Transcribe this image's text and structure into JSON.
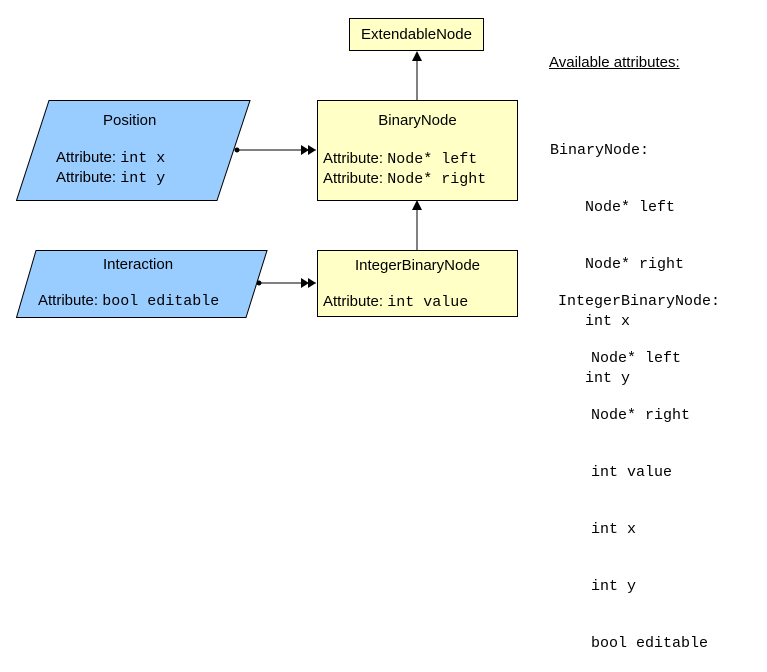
{
  "nodes": {
    "extendable": {
      "title": "ExtendableNode"
    },
    "binary": {
      "title": "BinaryNode",
      "attrs": [
        {
          "label": "Attribute:",
          "value": "Node* left"
        },
        {
          "label": "Attribute:",
          "value": "Node* right"
        }
      ]
    },
    "integer_binary": {
      "title": "IntegerBinaryNode",
      "attrs": [
        {
          "label": "Attribute:",
          "value": "int value"
        }
      ]
    },
    "position": {
      "title": "Position",
      "attrs": [
        {
          "label": "Attribute:",
          "value": "int x"
        },
        {
          "label": "Attribute:",
          "value": "int y"
        }
      ]
    },
    "interaction": {
      "title": "Interaction",
      "attrs": [
        {
          "label": "Attribute:",
          "value": "bool editable"
        }
      ]
    }
  },
  "colors": {
    "class_fill": "#ffffc6",
    "mixin_fill": "#99ccff",
    "stroke": "#000000"
  },
  "available": {
    "heading": "Available attributes:",
    "binary_heading": "BinaryNode:",
    "binary_items": [
      "Node* left",
      "Node* right",
      "int x",
      "int y"
    ],
    "integer_heading": "IntegerBinaryNode:",
    "integer_items": [
      "Node* left",
      "Node* right",
      "int value",
      "int x",
      "int y",
      "bool editable"
    ]
  }
}
